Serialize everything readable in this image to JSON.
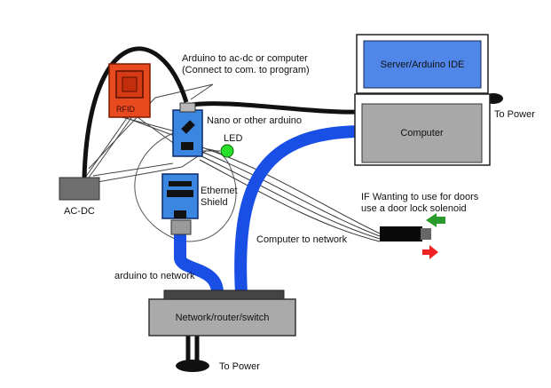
{
  "labels": {
    "arduino_power_line1": "Arduino to ac-dc or computer",
    "arduino_power_line2": "(Connect to com. to program)",
    "server_ide": "Server/Arduino IDE",
    "to_power_right": "To Power",
    "computer": "Computer",
    "rfid": "RFID",
    "nano": "Nano or other arduino",
    "led": "LED",
    "ethernet_line1": "Ethernet",
    "ethernet_line2": "Shield",
    "ac_dc": "AC-DC",
    "door_line1": "IF Wanting to use for doors",
    "door_line2": "use a door lock solenoid",
    "computer_to_network": "Computer to network",
    "arduino_to_network": "arduino to network",
    "router": "Network/router/switch",
    "to_power_bottom": "To Power"
  },
  "colors": {
    "network_cable": "#1a4fe6",
    "power_cable": "#111111",
    "rfid_red": "#e64a1e",
    "arduino_blue": "#3b86e0",
    "server_screen": "#4f86e8",
    "computer_gray": "#a8a8a8",
    "led_green": "#28e028",
    "arrow_green": "#2a9a2a",
    "arrow_red": "#ee2222"
  }
}
